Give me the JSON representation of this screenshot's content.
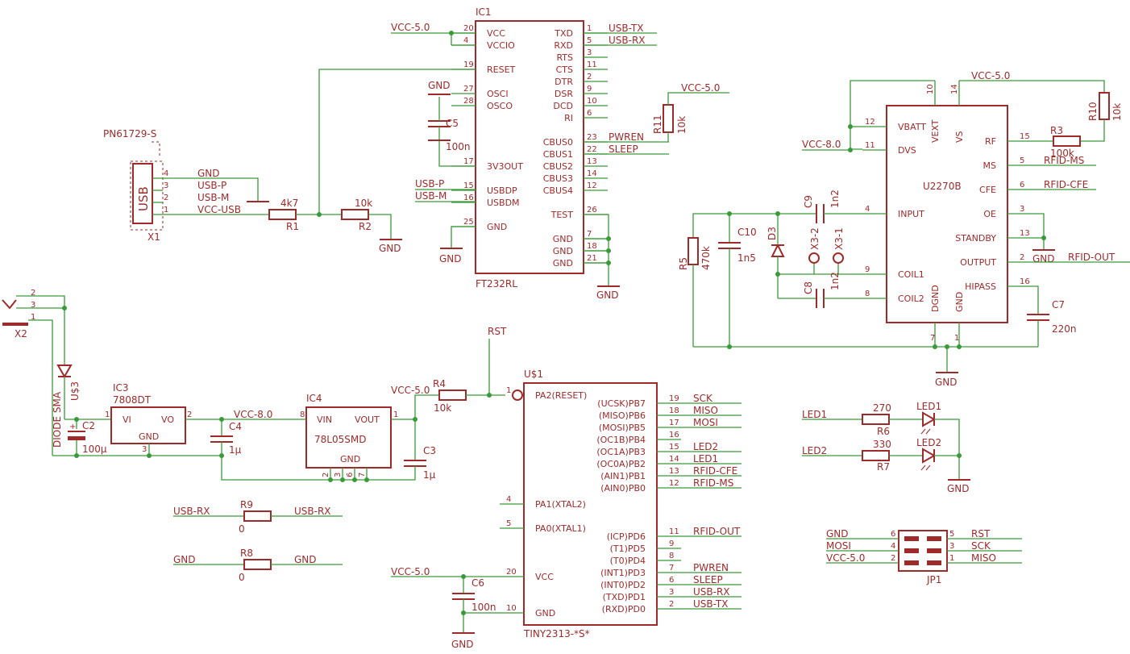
{
  "colors": {
    "symbol": "#9e2a2a",
    "wire": "#3a9a3a",
    "background": "#ffffff"
  },
  "parts": {
    "ic1": {
      "name": "IC1",
      "value": "FT232RL",
      "left_pins": [
        {
          "num": "20",
          "name": "VCC"
        },
        {
          "num": "4",
          "name": "VCCIO"
        },
        {
          "num": "19",
          "name": "RESET"
        },
        {
          "num": "27",
          "name": "OSCI"
        },
        {
          "num": "28",
          "name": "OSCO"
        },
        {
          "num": "17",
          "name": "3V3OUT"
        },
        {
          "num": "15",
          "name": "USBDP"
        },
        {
          "num": "16",
          "name": "USBDM"
        },
        {
          "num": "25",
          "name": "GND"
        }
      ],
      "right_pins": [
        {
          "num": "1",
          "name": "TXD"
        },
        {
          "num": "5",
          "name": "RXD"
        },
        {
          "num": "3",
          "name": "RTS"
        },
        {
          "num": "11",
          "name": "CTS"
        },
        {
          "num": "2",
          "name": "DTR"
        },
        {
          "num": "9",
          "name": "DSR"
        },
        {
          "num": "10",
          "name": "DCD"
        },
        {
          "num": "6",
          "name": "RI"
        },
        {
          "num": "23",
          "name": "CBUS0"
        },
        {
          "num": "22",
          "name": "CBUS1"
        },
        {
          "num": "13",
          "name": "CBUS2"
        },
        {
          "num": "14",
          "name": "CBUS3"
        },
        {
          "num": "12",
          "name": "CBUS4"
        },
        {
          "num": "26",
          "name": "TEST"
        },
        {
          "num": "7",
          "name": "GND"
        },
        {
          "num": "18",
          "name": "GND"
        },
        {
          "num": "21",
          "name": "GND"
        }
      ]
    },
    "u2270": {
      "value": "U2270B",
      "top_pins": [
        {
          "num": "10",
          "name": "VEXT"
        },
        {
          "num": "14",
          "name": "VS"
        }
      ],
      "left_pins": [
        {
          "num": "12",
          "name": "VBATT"
        },
        {
          "num": "11",
          "name": "DVS"
        },
        {
          "num": "4",
          "name": "INPUT"
        },
        {
          "num": "9",
          "name": "COIL1"
        },
        {
          "num": "8",
          "name": "COIL2"
        }
      ],
      "right_pins": [
        {
          "num": "15",
          "name": "RF"
        },
        {
          "num": "5",
          "name": "MS"
        },
        {
          "num": "6",
          "name": "CFE"
        },
        {
          "num": "3",
          "name": "OE"
        },
        {
          "num": "13",
          "name": "STANDBY"
        },
        {
          "num": "2",
          "name": "OUTPUT"
        },
        {
          "num": "16",
          "name": "HIPASS"
        }
      ],
      "bottom_pins": [
        {
          "num": "7",
          "name": "DGND"
        },
        {
          "num": "1",
          "name": "GND"
        }
      ]
    },
    "u1": {
      "name": "U$1",
      "value": "TINY2313-*S*",
      "left_pins": [
        {
          "num": "1",
          "name": "PA2(RESET)"
        },
        {
          "num": "4",
          "name": "PA1(XTAL2)"
        },
        {
          "num": "5",
          "name": "PA0(XTAL1)"
        },
        {
          "num": "20",
          "name": "VCC"
        },
        {
          "num": "10",
          "name": "GND"
        }
      ],
      "right_pins": [
        {
          "num": "19",
          "name": "(UCSK)PB7"
        },
        {
          "num": "18",
          "name": "(MISO)PB6"
        },
        {
          "num": "17",
          "name": "(MOSI)PB5"
        },
        {
          "num": "16",
          "name": "(OC1B)PB4"
        },
        {
          "num": "15",
          "name": "(OC1A)PB3"
        },
        {
          "num": "14",
          "name": "(OC0A)PB2"
        },
        {
          "num": "13",
          "name": "(AIN1)PB1"
        },
        {
          "num": "12",
          "name": "(AIN0)PB0"
        },
        {
          "num": "11",
          "name": "(ICP)PD6"
        },
        {
          "num": "9",
          "name": "(T1)PD5"
        },
        {
          "num": "8",
          "name": "(T0)PD4"
        },
        {
          "num": "7",
          "name": "(INT1)PD3"
        },
        {
          "num": "6",
          "name": "(INT0)PD2"
        },
        {
          "num": "3",
          "name": "(TXD)PD1"
        },
        {
          "num": "2",
          "name": "(RXD)PD0"
        }
      ],
      "right_nets": [
        "SCK",
        "MISO",
        "MOSI",
        "",
        "LED2",
        "LED1",
        "RFID-CFE",
        "RFID-MS",
        "RFID-OUT",
        "",
        "",
        "PWREN",
        "SLEEP",
        "USB-RX",
        "USB-TX"
      ]
    },
    "ic3": {
      "name": "IC3",
      "value": "7808DT",
      "vi": "VI",
      "vo": "VO",
      "gnd": "GND",
      "pin1": "1",
      "pin2": "2",
      "pin3": "3"
    },
    "ic4": {
      "name": "IC4",
      "value": "78L05SMD",
      "vin": "VIN",
      "vout": "VOUT",
      "gnd": "GND",
      "pin8": "8",
      "pin1": "1",
      "bottom": [
        "2",
        "3",
        "6",
        "7"
      ]
    },
    "x1": {
      "name": "X1",
      "value": "PN61729-S",
      "label": "USB",
      "pins": [
        "4",
        "3",
        "2",
        "1"
      ],
      "nets": [
        "GND",
        "USB-P",
        "USB-M",
        "VCC-USB"
      ]
    },
    "x2": {
      "name": "X2",
      "pins": [
        "2",
        "3",
        "1"
      ]
    },
    "jp1": {
      "name": "JP1",
      "left_nums": [
        "6",
        "4",
        "2"
      ],
      "right_nums": [
        "5",
        "3",
        "1"
      ],
      "left_nets": [
        "GND",
        "MOSI",
        "VCC-5.0"
      ],
      "right_nets": [
        "RST",
        "SCK",
        "MISO"
      ]
    },
    "r1": {
      "name": "R1",
      "value": "4k7"
    },
    "r2": {
      "name": "R2",
      "value": "10k"
    },
    "r3": {
      "name": "R3",
      "value": "100k"
    },
    "r4": {
      "name": "R4",
      "value": "10k"
    },
    "r5": {
      "name": "R5",
      "value": "470k"
    },
    "r6": {
      "name": "R6",
      "value": "270"
    },
    "r7": {
      "name": "R7",
      "value": "330"
    },
    "r8": {
      "name": "R8",
      "value": "0"
    },
    "r9": {
      "name": "R9",
      "value": "0"
    },
    "r10": {
      "name": "R10",
      "value": "10k"
    },
    "r11": {
      "name": "R11",
      "value": "10k"
    },
    "c2": {
      "name": "C2",
      "value": "100µ"
    },
    "c3": {
      "name": "C3",
      "value": "1µ"
    },
    "c4": {
      "name": "C4",
      "value": "1µ"
    },
    "c5": {
      "name": "C5",
      "value": "100n"
    },
    "c6": {
      "name": "C6",
      "value": "100n"
    },
    "c7": {
      "name": "C7",
      "value": "220n"
    },
    "c8": {
      "name": "C8",
      "value": "1n2"
    },
    "c9": {
      "name": "C9",
      "value": "1n2"
    },
    "c10": {
      "name": "C10",
      "value": "1n5"
    },
    "d3": {
      "name": "D3"
    },
    "u3": {
      "name": "U$3",
      "value": "DIODE SMA"
    },
    "x3_1": {
      "name": "X3-1"
    },
    "x3_2": {
      "name": "X3-2"
    },
    "led1": {
      "name": "LED1"
    },
    "led2": {
      "name": "LED2"
    }
  },
  "nets": {
    "vcc5": "VCC-5.0",
    "vcc8": "VCC-8.0",
    "gnd": "GND",
    "usbtx": "USB-TX",
    "usbrx": "USB-RX",
    "usbp": "USB-P",
    "usbm": "USB-M",
    "pwren": "PWREN",
    "sleep": "SLEEP",
    "rst": "RST",
    "rfidms": "RFID-MS",
    "rfidcfe": "RFID-CFE",
    "rfidout": "RFID-OUT",
    "led1": "LED1",
    "led2": "LED2",
    "vccusb": "VCC-USB",
    "gnd_inline": "GND"
  }
}
